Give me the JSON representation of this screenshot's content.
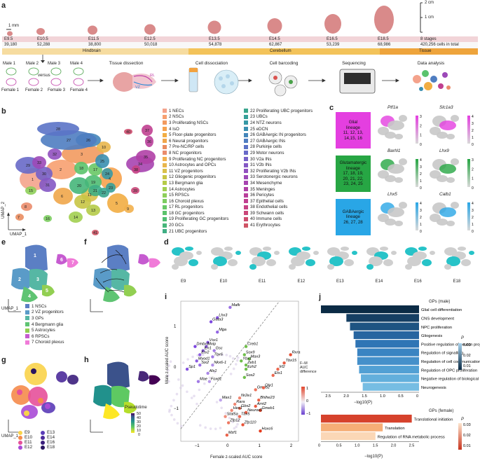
{
  "panels": {
    "a": "a",
    "b": "b",
    "c": "c",
    "d": "d",
    "e": "e",
    "f": "f",
    "g": "g",
    "h": "h",
    "i": "i",
    "j": "j"
  },
  "panel_a": {
    "scale_1mm": "1 mm",
    "scale_2cm": "2 cm",
    "scale_1cm": "1 cm",
    "stages": [
      "E9.5",
      "E10.5",
      "E11.5",
      "E12.5",
      "E13.5",
      "E14.5",
      "E16.5",
      "E18.5"
    ],
    "stage_summary": "8 stages",
    "cell_counts": [
      "39,180",
      "52,288",
      "38,800",
      "50,018",
      "54,878",
      "62,867",
      "53,239",
      "68,986"
    ],
    "total_cells": "420,256 cells in total",
    "band_labels": [
      "Hindbrain",
      "Cerebellum",
      "Tissue"
    ],
    "band_colors": [
      "#f6dca0",
      "#f3c35a",
      "#eea43c"
    ],
    "stage_row_color": "#f2d4d8",
    "males": [
      "Male 1",
      "Male 2",
      "Male 3",
      "Male 4"
    ],
    "females": [
      "Female 1",
      "Female 2",
      "Female 3",
      "Female 4"
    ],
    "versus": "versus",
    "steps": [
      "Tissue dissection",
      "Cell dissociation",
      "Cell barcoding",
      "Sequencing",
      "Data analysis"
    ],
    "tissue_labels": [
      "VZ",
      "RL"
    ]
  },
  "panel_b": {
    "axis_x": "UMAP_1",
    "axis_y": "UMAP_2",
    "legend": [
      {
        "label": "1 NECs",
        "color": "#f4a38c"
      },
      {
        "label": "2 NSCs",
        "color": "#f7a070"
      },
      {
        "label": "3 Proliferating NSCs",
        "color": "#f29a5f"
      },
      {
        "label": "4 IsO",
        "color": "#f6a24e"
      },
      {
        "label": "5 Floor-plate progenitors",
        "color": "#f2ad42"
      },
      {
        "label": "6 Neural progenitors",
        "color": "#f0a64a"
      },
      {
        "label": "7 Pre-NC/RP cells",
        "color": "#e98d60"
      },
      {
        "label": "8 NC progenitors",
        "color": "#ea8c6c"
      },
      {
        "label": "9 Proliferating NC progenitors",
        "color": "#f2b04d"
      },
      {
        "label": "10 Astrocytes and OPCs",
        "color": "#e8b64c"
      },
      {
        "label": "11 VZ progenitors",
        "color": "#d9c04a"
      },
      {
        "label": "12 Gliogenic progenitors",
        "color": "#c8c545"
      },
      {
        "label": "13 Bergmann glia",
        "color": "#b5cb48"
      },
      {
        "label": "14 Astrocytes",
        "color": "#a2cf50"
      },
      {
        "label": "15 RPSCs",
        "color": "#8ecf5a"
      },
      {
        "label": "16 Choroid plexus",
        "color": "#7ccd60"
      },
      {
        "label": "17 RL progenitors",
        "color": "#69c866"
      },
      {
        "label": "18 GC progenitors",
        "color": "#5bc36c"
      },
      {
        "label": "19 Proliferating GC progenitors",
        "color": "#4fbd72"
      },
      {
        "label": "20 GCs",
        "color": "#46b67a"
      },
      {
        "label": "21 UBC progenitors",
        "color": "#3fae84"
      },
      {
        "label": "22 Proliferating UBC progenitors",
        "color": "#3aa68e"
      },
      {
        "label": "23 UBCs",
        "color": "#37a099"
      },
      {
        "label": "24 NTZ neurons",
        "color": "#3698a5"
      },
      {
        "label": "25 eDCN",
        "color": "#3a8fb0"
      },
      {
        "label": "26 GABAergic IN progenitors",
        "color": "#4486ba"
      },
      {
        "label": "27 GABAergic INs",
        "color": "#4f7dc1"
      },
      {
        "label": "28 Purkinje cells",
        "color": "#5b73c6"
      },
      {
        "label": "29 Motor neurons",
        "color": "#6869c8"
      },
      {
        "label": "30 V2a INs",
        "color": "#7660c7"
      },
      {
        "label": "31 V2b INs",
        "color": "#8458c4"
      },
      {
        "label": "32 Proliferating V2b INs",
        "color": "#9150bf"
      },
      {
        "label": "33 Serotonergic neurons",
        "color": "#9c49b8"
      },
      {
        "label": "34 Mesenchyme",
        "color": "#a744b0"
      },
      {
        "label": "35 Meninges",
        "color": "#b040a6"
      },
      {
        "label": "36 Pericytes",
        "color": "#b93f9b"
      },
      {
        "label": "37 Epithelial cells",
        "color": "#c03f90"
      },
      {
        "label": "38 Endothelial cells",
        "color": "#c64285"
      },
      {
        "label": "39 Schwann cells",
        "color": "#ca4779"
      },
      {
        "label": "40 Immune cells",
        "color": "#cd4d6e"
      },
      {
        "label": "41 Erythrocytes",
        "color": "#cf5465"
      }
    ]
  },
  "panel_c": {
    "lineages": [
      {
        "name": "Glial lineage",
        "clusters": "11, 12, 13,\n14,15, 16",
        "color": "#e43fe0",
        "genes": [
          "Ptf1a",
          "Slc1a3"
        ],
        "ticks": [
          [
            "3",
            "2",
            "1",
            "0"
          ],
          [
            "4",
            "3",
            "2",
            "1",
            "0"
          ]
        ]
      },
      {
        "name": "Glutamatergic lineage",
        "clusters": "17, 18, 19,\n20, 21, 22,\n23, 24, 25",
        "color": "#27a644",
        "genes": [
          "Barhl1",
          "Lhx9"
        ],
        "ticks": [
          [
            "4",
            "3",
            "2",
            "1",
            "0"
          ],
          [
            "3",
            "2",
            "1",
            "0"
          ]
        ]
      },
      {
        "name": "GABAergic lineage",
        "clusters": "26, 27, 28",
        "color": "#29a6e6",
        "genes": [
          "Lhx5",
          "Calb1"
        ],
        "ticks": [
          [
            "4",
            "3",
            "2",
            "1",
            "0"
          ],
          [
            "4",
            "3",
            "2",
            "1",
            "0"
          ]
        ]
      }
    ]
  },
  "panel_d": {
    "stages": [
      "E9",
      "E10",
      "E11",
      "E12",
      "E13",
      "E14",
      "E16",
      "E18"
    ],
    "highlight_color": "#27c3c8"
  },
  "panel_e": {
    "axis_x": "UMAP_1",
    "axis_y": "UMAP_2",
    "legend": [
      {
        "label": "1 NSCs",
        "color": "#5b7fc4"
      },
      {
        "label": "2 VZ progenitors",
        "color": "#5a9bc8"
      },
      {
        "label": "3 GPs",
        "color": "#56b7a4"
      },
      {
        "label": "4 Bergmann glia",
        "color": "#5fc473"
      },
      {
        "label": "5 Astrocytes",
        "color": "#92cf52"
      },
      {
        "label": "6 RPSCs",
        "color": "#c65bd0"
      },
      {
        "label": "7 Choroid plexus",
        "color": "#f07bd8"
      }
    ]
  },
  "panel_g": {
    "axis_x": "UMAP_1",
    "axis_y": "UMAP_2",
    "legend": [
      {
        "label": "E9",
        "color": "#f9d34a"
      },
      {
        "label": "E10",
        "color": "#f58b4b"
      },
      {
        "label": "E11",
        "color": "#e6509a"
      },
      {
        "label": "E12",
        "color": "#a94ad6"
      },
      {
        "label": "E13",
        "color": "#5a3bb7"
      },
      {
        "label": "E14",
        "color": "#4b2a9a"
      },
      {
        "label": "E16",
        "color": "#3b1e7c"
      },
      {
        "label": "E18",
        "color": "#2a1560"
      }
    ]
  },
  "panel_h": {
    "legend_title": "Pseudotime",
    "ticks": [
      "50",
      "40",
      "30",
      "20",
      "10",
      "0"
    ]
  },
  "panel_i": {
    "xlabel": "Female z-scaled AUC score",
    "ylabel": "Male z-scaled AUC score",
    "xticks": [
      "−1",
      "0",
      "1",
      "2"
    ],
    "yticks": [
      "1",
      "0",
      "−1"
    ],
    "colorbar_title": "F–M\nAUC\ndifference",
    "colorbar_ticks": [
      "1",
      "0",
      "−1"
    ],
    "genes_male": [
      "Mafk",
      "Lhx3",
      "Gata3",
      "Mga",
      "Vsx1",
      "Mxip",
      "Dmbx1",
      "En1",
      "Gsc",
      "Myod1",
      "Tbx6",
      "Six2",
      "Nkx6-1",
      "Sp1",
      "Alx1",
      "Mae",
      "Foxd1",
      "Max1",
      "Gbx2",
      "Etv2"
    ],
    "genes_female": [
      "Rxra",
      "Tbx15",
      "Irf2",
      "Ets1",
      "Otx1",
      "Gmeb2",
      "Bhlhe23",
      "Arnt2",
      "Gmeb1",
      "Nr2e1",
      "Rara",
      "Gbx2",
      "Hes1",
      "Neurod1",
      "Stat5a",
      "Tbx5",
      "Zfp12",
      "Zfp110",
      "Mzf1",
      "Hoxc6",
      "Creb1",
      "Sox9",
      "Max3",
      "Ybx1",
      "Ezh2",
      "Zeb1",
      "Sox2"
    ],
    "chart_data": {
      "type": "scatter",
      "xlabel": "Female z-scaled AUC score",
      "ylabel": "Male z-scaled AUC score",
      "xlim": [
        -1.5,
        2.2
      ],
      "ylim": [
        -1.8,
        1.6
      ],
      "points": [
        {
          "label": "Mafk",
          "x": 0.05,
          "y": 1.45,
          "d": -0.9
        },
        {
          "label": "Lhx3",
          "x": -0.35,
          "y": 1.2,
          "d": -1.2
        },
        {
          "label": "Gata3",
          "x": -0.55,
          "y": 1.1,
          "d": -1.3
        },
        {
          "label": "Mga",
          "x": -0.35,
          "y": 0.85,
          "d": -1.0
        },
        {
          "label": "Vsx1",
          "x": -0.65,
          "y": 0.6,
          "d": -1.1
        },
        {
          "label": "Mxip",
          "x": -0.7,
          "y": 0.5,
          "d": -1.0
        },
        {
          "label": "Dmbx1",
          "x": -1.05,
          "y": 0.5,
          "d": -1.3
        },
        {
          "label": "En1",
          "x": -0.8,
          "y": 0.4,
          "d": -1.0
        },
        {
          "label": "Gsc",
          "x": -0.45,
          "y": 0.4,
          "d": -0.8
        },
        {
          "label": "Etv2",
          "x": -0.9,
          "y": 0.3,
          "d": -1.1
        },
        {
          "label": "Tbx6",
          "x": -0.5,
          "y": 0.25,
          "d": -0.8
        },
        {
          "label": "Myod1",
          "x": -1.0,
          "y": 0.15,
          "d": -1.1
        },
        {
          "label": "Six2",
          "x": -0.9,
          "y": 0.05,
          "d": -0.9
        },
        {
          "label": "Nkx6-1",
          "x": -0.5,
          "y": 0.05,
          "d": -0.6
        },
        {
          "label": "Sp1",
          "x": -1.3,
          "y": -0.05,
          "d": -1.2
        },
        {
          "label": "Alx1",
          "x": -0.65,
          "y": -0.15,
          "d": -0.7
        },
        {
          "label": "Mae",
          "x": -0.95,
          "y": -0.35,
          "d": -0.8
        },
        {
          "label": "Foxd1",
          "x": -0.6,
          "y": -0.35,
          "d": -0.5
        },
        {
          "label": "Max1",
          "x": -0.25,
          "y": -0.8,
          "d": -0.4
        },
        {
          "label": "Creb1",
          "x": 0.55,
          "y": 0.5,
          "d": 0.3
        },
        {
          "label": "Sox9",
          "x": 0.5,
          "y": 0.3,
          "d": 0.3
        },
        {
          "label": "Max3",
          "x": 0.65,
          "y": 0.2,
          "d": 0.4
        },
        {
          "label": "Ybx1",
          "x": 0.4,
          "y": 0.15,
          "d": 0.2
        },
        {
          "label": "Zeb1",
          "x": 0.55,
          "y": 0.05,
          "d": 0.4
        },
        {
          "label": "Ezh2",
          "x": 0.55,
          "y": -0.05,
          "d": 0.5
        },
        {
          "label": "Sox2",
          "x": 0.5,
          "y": -0.25,
          "d": 0.7
        },
        {
          "label": "Rxra",
          "x": 1.95,
          "y": 0.3,
          "d": 1.8
        },
        {
          "label": "Tbx15",
          "x": 1.75,
          "y": 0.1,
          "d": 1.6
        },
        {
          "label": "Irf2",
          "x": 1.55,
          "y": -0.05,
          "d": 1.4
        },
        {
          "label": "Ets1",
          "x": 1.4,
          "y": -0.2,
          "d": 1.4
        },
        {
          "label": "Gmeb2",
          "x": 0.85,
          "y": -0.55,
          "d": 1.3
        },
        {
          "label": "Otx1",
          "x": 1.1,
          "y": -0.5,
          "d": 1.5
        },
        {
          "label": "Nr2e1",
          "x": 0.35,
          "y": -0.75,
          "d": 1.0
        },
        {
          "label": "Bhlhe23",
          "x": 0.95,
          "y": -0.8,
          "d": 1.5
        },
        {
          "label": "Rara",
          "x": 0.2,
          "y": -0.9,
          "d": 1.0
        },
        {
          "label": "Arnt2",
          "x": 0.85,
          "y": -0.95,
          "d": 1.6
        },
        {
          "label": "Gbx2",
          "x": 0.35,
          "y": -1.0,
          "d": 1.3
        },
        {
          "label": "Gmeb1",
          "x": 1.0,
          "y": -1.05,
          "d": 1.8
        },
        {
          "label": "Hes1",
          "x": 0.1,
          "y": -1.05,
          "d": 1.0
        },
        {
          "label": "Neurod1",
          "x": 0.55,
          "y": -1.1,
          "d": 1.5
        },
        {
          "label": "Stat5a",
          "x": -0.1,
          "y": -1.2,
          "d": 0.9
        },
        {
          "label": "Tbx5",
          "x": 0.35,
          "y": -1.2,
          "d": 1.4
        },
        {
          "label": "Zfp12",
          "x": 0.0,
          "y": -1.35,
          "d": 1.2
        },
        {
          "label": "Zfp110",
          "x": 0.45,
          "y": -1.4,
          "d": 1.7
        },
        {
          "label": "Mzf1",
          "x": -0.05,
          "y": -1.65,
          "d": 1.5
        },
        {
          "label": "Hoxc6",
          "x": 1.0,
          "y": -1.55,
          "d": 2.0
        }
      ]
    }
  },
  "panel_j": {
    "male_title": "GPs (male)",
    "female_title": "GPs (female)",
    "xlabel": "−log10(P)",
    "colorbar_title": "P",
    "male_cbar_ticks": [
      "0.03",
      "0.02",
      "0.01"
    ],
    "female_cbar_ticks": [
      "0.03",
      "0.02",
      "0.01"
    ],
    "male_xticks": [
      "2.5",
      "2.0",
      "1.5",
      "1.0",
      "0.5",
      "0"
    ],
    "female_xticks": [
      "0",
      "0.5",
      "1.0",
      "1.5",
      "2.0",
      "2.5"
    ],
    "chart_data": [
      {
        "type": "bar",
        "title": "GPs (male)",
        "xlabel": "−log10(P)",
        "orientation": "horizontal",
        "xlim": [
          0,
          2.7
        ],
        "categories": [
          "Glial cell differentiation",
          "CNS development",
          "NPC proliferation",
          "Gliogenesis",
          "Positive regulation of neuron projection development",
          "Regulation of signalling",
          "Regulation of cell communication",
          "Regulation of OPC proliferation",
          "Negative regulation of biological process",
          "Neurogenesis"
        ],
        "values": [
          2.7,
          2.0,
          1.9,
          1.8,
          1.75,
          1.7,
          1.7,
          1.65,
          1.6,
          1.55
        ]
      },
      {
        "type": "bar",
        "title": "GPs (female)",
        "xlabel": "−log10(P)",
        "orientation": "horizontal",
        "xlim": [
          0,
          2.7
        ],
        "categories": [
          "Translational initiation",
          "Translation",
          "Regulation of RNA metabolic process"
        ],
        "values": [
          2.5,
          1.7,
          1.5
        ]
      }
    ]
  }
}
